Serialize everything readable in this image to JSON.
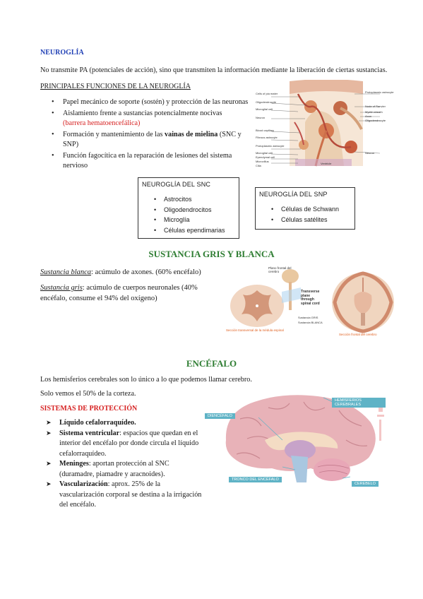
{
  "neuroglia": {
    "heading": "NEUROGLÍA",
    "intro": "No transmite PA (potenciales de acción), sino que transmiten la información mediante la liberación de ciertas sustancias.",
    "functions_heading": "PRINCIPALES FUNCIONES DE LA NEUROGLÍA",
    "func1": "Papel mecánico de soporte (sostén) y protección de las neuronas",
    "func2_a": "Aislamiento frente a sustancias potencialmente nocivas",
    "func2_b": "(barrera hematoencefálica)",
    "func3_a": "Formación y mantenimiento de las ",
    "func3_b": "vainas de mielina",
    "func3_c": " (SNC y SNP)",
    "func4": "Función fagocítica en la reparación de lesiones del sistema nervioso",
    "snc_box": {
      "title": "NEUROGLÍA DEL SNC",
      "items": [
        "Astrocitos",
        "Oligodendrocitos",
        "Microglía",
        "Células ependimarias"
      ]
    },
    "snp_box": {
      "title": "NEUROGLÍA DEL SNP",
      "items": [
        "Células de Schwann",
        "Células satélites"
      ]
    },
    "figure_labels": {
      "left": [
        "Cells of pia mater",
        "Oligodendrocyte",
        "Microglial cell",
        "Neuron",
        "Blood capillary",
        "Fibrous astrocyte",
        "Protoplasmic astrocyte",
        "Microglial cell",
        "Ependymal cell",
        "Microvillus",
        "Cilia"
      ],
      "right": [
        "Protoplasmic astrocyte",
        "Node of Ranvier",
        "Myelin sheath",
        "Axon",
        "Oligodendrocyte",
        "Neuron"
      ],
      "bottom": "Ventricle"
    }
  },
  "gray_white": {
    "heading": "SUSTANCIA GRIS Y BLANCA",
    "white_term": "Sustancia blanca",
    "white_text": ": acúmulo de axones. (60% encéfalo)",
    "gray_term": "Sustancia gris",
    "gray_text": ": acúmulo de cuerpos neuronales (40% encéfalo, consume el 94% del oxígeno)",
    "figure_labels": {
      "plane_frontal": "Plano frontal del cerebro",
      "transverse": "Transverse plane through spinal cord",
      "gris": "Sustancia GRIS",
      "blanca": "Sustancia BLANCA",
      "caption_left": "Sección transversal de la médula espinal",
      "caption_right": "Sección frontal del cerebro"
    }
  },
  "encefalo": {
    "heading": "ENCÉFALO",
    "line1": "Los hemisferios cerebrales son lo único a lo que podemos llamar cerebro.",
    "line2": "Solo vemos el 50% de la corteza.",
    "protection_heading": "SISTEMAS DE PROTECCIÓN",
    "item1": "Líquido cefalorraquídeo.",
    "item2_term": "Sistema ventricular",
    "item2_text": ": espacios que quedan en el interior del encéfalo por donde circula el líquido cefalorraquídeo.",
    "item3_term": "Meninges",
    "item3_text": ": aportan protección al SNC (duramadre, piamadre y aracnoides).",
    "item4_term": "Vascularización",
    "item4_text": ": aprox. 25% de la vascularización corporal se destina a la irrigación del encéfalo.",
    "brain_labels": {
      "hemisferios": "HEMISFERIOS CEREBRALES",
      "diencefalo": "DIENCÉFALO",
      "tronco": "TRONCO DEL ENCÉFALO",
      "cerebelo": "CEREBELO"
    }
  },
  "colors": {
    "heading_blue": "#1f3fb5",
    "heading_green": "#2e7d32",
    "accent_red": "#d62020",
    "label_teal": "#5fb3c6"
  }
}
